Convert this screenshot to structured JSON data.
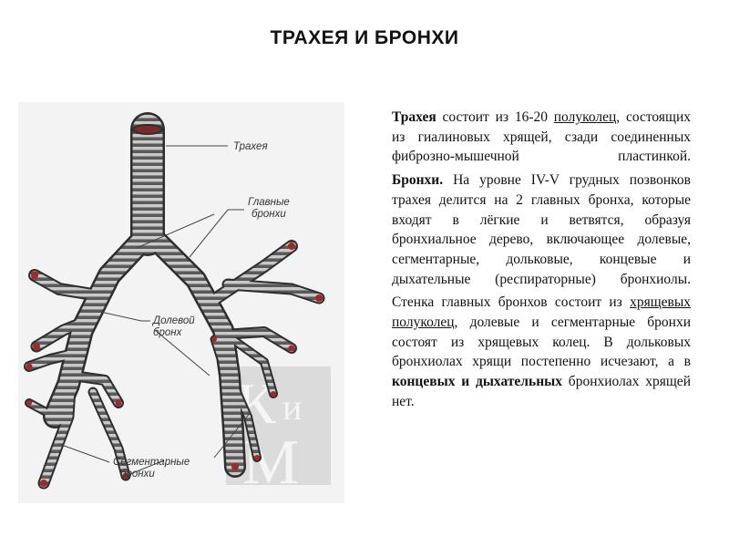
{
  "title": "ТРАХЕЯ И БРОНХИ",
  "figure": {
    "labels": {
      "trachea": "Трахея",
      "main_bronchi_1": "Главные",
      "main_bronchi_2": "бронхи",
      "lobar_1": "Долевой",
      "lobar_2": "бронх",
      "segmental_1": "Сегментарные",
      "segmental_2": "бронхи"
    },
    "watermark": "КиМ"
  },
  "text": {
    "p1": {
      "term": "Трахея",
      "a": " состоит из 16-20 ",
      "u": "полуколец,",
      "b": " состоящих из гиалиновых хрящей, сзади соединенных фиброзно-мышечной пластинкой."
    },
    "p2": {
      "term": "Бронхи.",
      "a": " На уровне IV-V грудных позвонков трахея делится на 2 главных бронха, которые входят в лёгкие и ветвятся, образуя бронхиальное дерево, включающее долевые, сегментарные, дольковые, концевые и дыхательные (респираторные) бронхиолы."
    },
    "p3": {
      "a": "Стенка главных бронхов состоит из ",
      "u": "хрящевых полуколец",
      "b": ", долевые и сегментарные бронхи состоят из хрящевых колец. В дольковых бронхиолах хрящи постепенно исчезают, а в ",
      "bold": "концевых и дыхательных",
      "c": " бронхиолах хрящей нет."
    }
  }
}
